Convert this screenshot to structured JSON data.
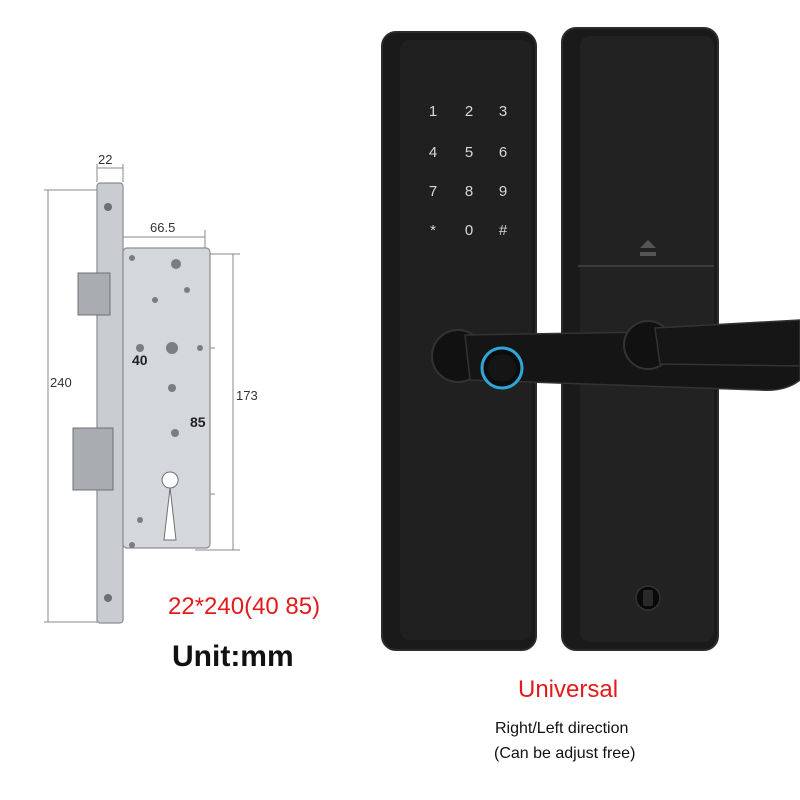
{
  "mortise": {
    "dim_width": "22",
    "dim_case": "66.5",
    "dim_height": "240",
    "dim_side": "173",
    "dim_hub": "40",
    "dim_center": "85"
  },
  "spec": {
    "size": "22*240(40 85)",
    "unit": "Unit:mm"
  },
  "keypad": {
    "keys": [
      "1",
      "2",
      "3",
      "4",
      "5",
      "6",
      "7",
      "8",
      "9",
      "*",
      "0",
      "#"
    ]
  },
  "info": {
    "title": "Universal",
    "line1": "Right/Left direction",
    "line2": "(Can be adjust free)"
  },
  "colors": {
    "accent": "#e21b1b",
    "lock_body": "#1a1a1a",
    "fingerprint_ring": "#2fa6d8"
  }
}
